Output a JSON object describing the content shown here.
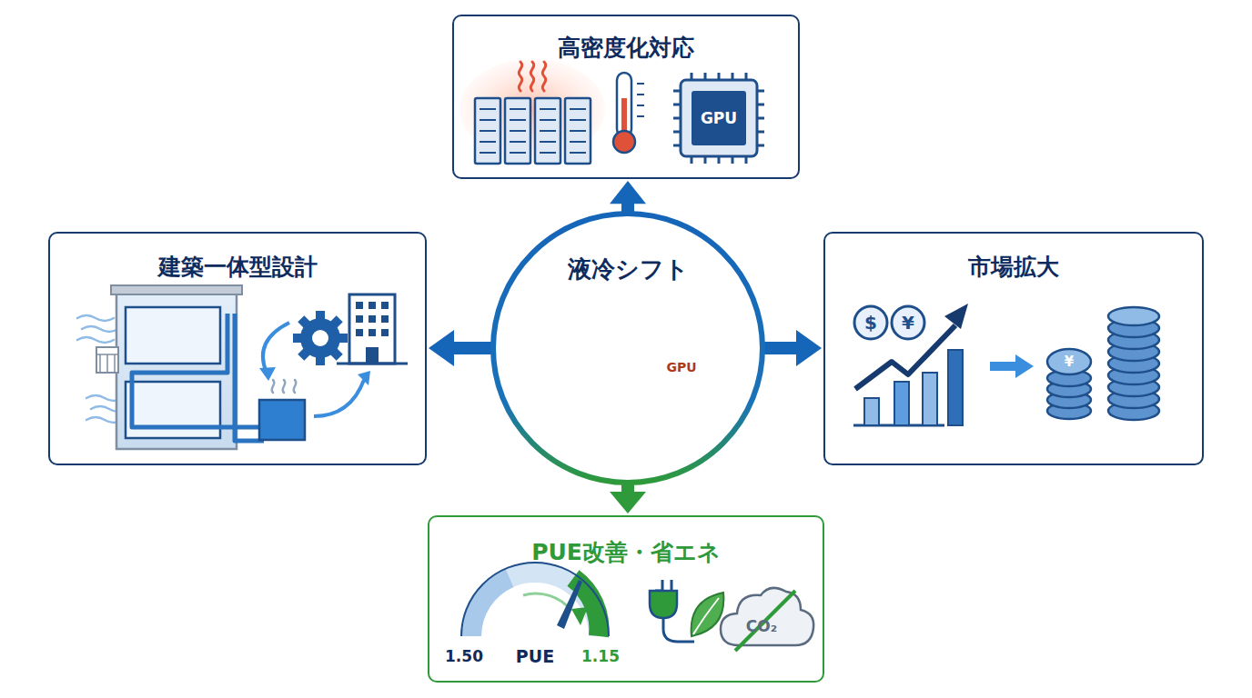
{
  "diagram": {
    "nodes": [
      {
        "text": [
          "高密度化対応"
        ]
      },
      {
        "text": [
          "建築一体型設計"
        ]
      },
      {
        "text": [
          "液冷シフト"
        ]
      },
      {
        "text": [
          "市場拡大"
        ]
      },
      {
        "text": [
          "PUE改善・省エネ"
        ]
      }
    ],
    "edges": [
      {
        "from": 2,
        "to": 0,
        "arrow": "to"
      },
      {
        "from": 2,
        "to": 1,
        "arrow": "to"
      },
      {
        "from": 2,
        "to": 3,
        "arrow": "to"
      },
      {
        "from": 2,
        "to": 4,
        "arrow": "to"
      }
    ],
    "labels": [
      "GPU",
      "GPU",
      "$",
      "¥",
      "¥",
      "1.50",
      "PUE",
      "1.15",
      "CO₂"
    ]
  }
}
